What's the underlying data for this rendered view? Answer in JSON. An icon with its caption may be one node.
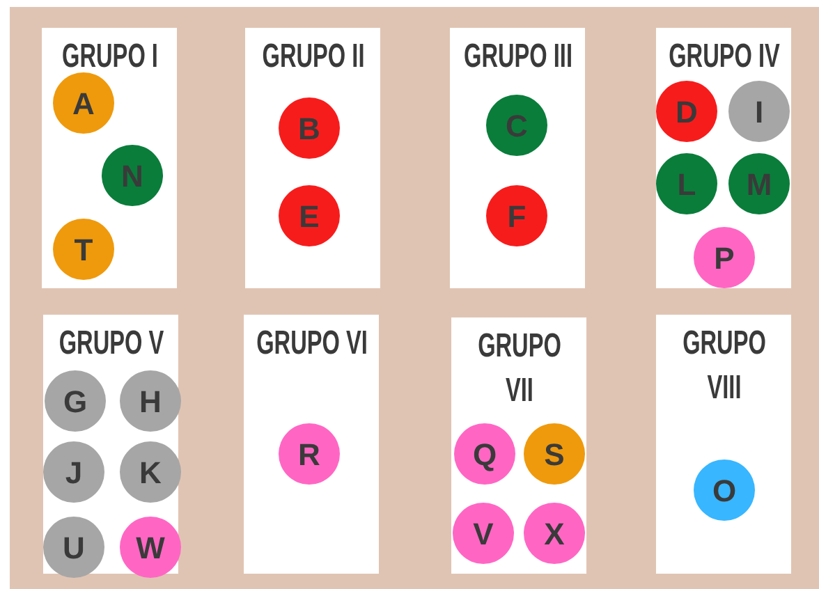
{
  "diagram": {
    "nodes": [
      {
        "text": [
          "GRUPO I"
        ]
      },
      {
        "text": [
          "A"
        ],
        "in": 0
      },
      {
        "text": [
          "N"
        ],
        "in": 0
      },
      {
        "text": [
          "T"
        ],
        "in": 0
      },
      {
        "text": [
          "GRUPO II"
        ]
      },
      {
        "text": [
          "B"
        ],
        "in": 4
      },
      {
        "text": [
          "E"
        ],
        "in": 4
      },
      {
        "text": [
          "GRUPO III"
        ]
      },
      {
        "text": [
          "C"
        ],
        "in": 7
      },
      {
        "text": [
          "F"
        ],
        "in": 7
      },
      {
        "text": [
          "GRUPO IV"
        ]
      },
      {
        "text": [
          "D"
        ],
        "in": 10
      },
      {
        "text": [
          "I"
        ],
        "in": 10
      },
      {
        "text": [
          "L"
        ],
        "in": 10
      },
      {
        "text": [
          "M"
        ],
        "in": 10
      },
      {
        "text": [
          "P"
        ],
        "in": 10
      },
      {
        "text": [
          "GRUPO V"
        ]
      },
      {
        "text": [
          "G"
        ],
        "in": 16
      },
      {
        "text": [
          "H"
        ],
        "in": 16
      },
      {
        "text": [
          "J"
        ],
        "in": 16
      },
      {
        "text": [
          "K"
        ],
        "in": 16
      },
      {
        "text": [
          "U"
        ],
        "in": 16
      },
      {
        "text": [
          "W"
        ],
        "in": 16
      },
      {
        "text": [
          "GRUPO VI"
        ]
      },
      {
        "text": [
          "R"
        ],
        "in": 23
      },
      {
        "text": [
          "GRUPO VII"
        ]
      },
      {
        "text": [
          "Q"
        ],
        "in": 25
      },
      {
        "text": [
          "S"
        ],
        "in": 25
      },
      {
        "text": [
          "V"
        ],
        "in": 25
      },
      {
        "text": [
          "X"
        ],
        "in": 25
      },
      {
        "text": [
          "GRUPO VIII"
        ]
      },
      {
        "text": [
          "O"
        ],
        "in": 30
      }
    ]
  }
}
